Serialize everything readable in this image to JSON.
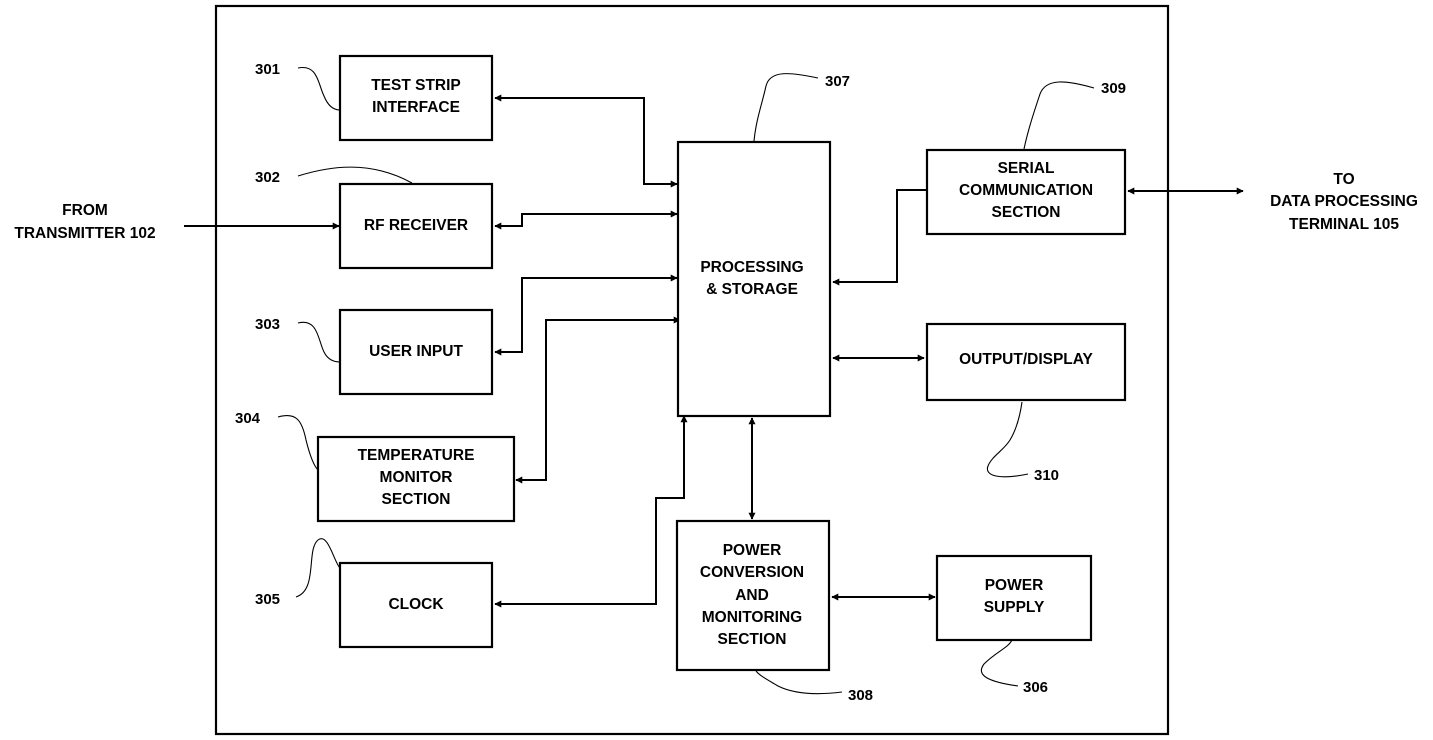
{
  "blocks": {
    "test_strip": [
      "TEST STRIP",
      "INTERFACE"
    ],
    "rf_receiver": [
      "RF RECEIVER"
    ],
    "user_input": [
      "USER INPUT"
    ],
    "temperature": [
      "TEMPERATURE",
      "MONITOR",
      "SECTION"
    ],
    "clock": [
      "CLOCK"
    ],
    "processing": [
      "PROCESSING",
      "& STORAGE"
    ],
    "serial": [
      "SERIAL",
      "COMMUNICATION",
      "SECTION"
    ],
    "output": [
      "OUTPUT/DISPLAY"
    ],
    "power_conversion": [
      "POWER",
      "CONVERSION",
      "AND",
      "MONITORING",
      "SECTION"
    ],
    "power_supply": [
      "POWER",
      "SUPPLY"
    ]
  },
  "external": {
    "from": [
      "FROM",
      "TRANSMITTER 102"
    ],
    "to": [
      "TO",
      "DATA PROCESSING",
      "TERMINAL 105"
    ]
  },
  "refs": {
    "test_strip": "301",
    "rf_receiver": "302",
    "user_input": "303",
    "temperature": "304",
    "clock": "305",
    "power_supply": "306",
    "processing": "307",
    "power_conversion": "308",
    "serial": "309",
    "output": "310"
  }
}
